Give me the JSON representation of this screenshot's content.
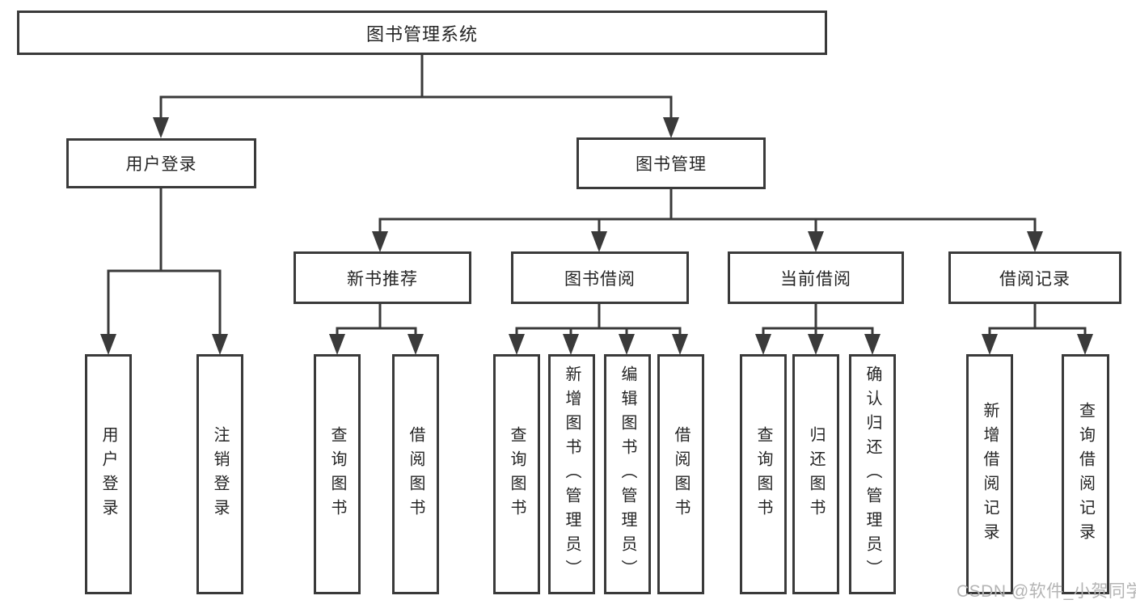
{
  "tree": {
    "root": "图书管理系统",
    "groups": [
      {
        "parent": "用户登录",
        "leaves": [
          "用户登录",
          "注销登录"
        ]
      },
      {
        "parent": "图书管理",
        "subgroups": [
          {
            "parent": "新书推荐",
            "leaves": [
              "查询图书",
              "借阅图书"
            ]
          },
          {
            "parent": "图书借阅",
            "leaves": [
              "查询图书",
              "新增图书（管理员）",
              "编辑图书（管理员）",
              "借阅图书"
            ]
          },
          {
            "parent": "当前借阅",
            "leaves": [
              "查询图书",
              "归还图书",
              "确认归还（管理员）"
            ]
          },
          {
            "parent": "借阅记录",
            "leaves": [
              "新增借阅记录",
              "查询借阅记录"
            ]
          }
        ]
      }
    ]
  },
  "watermark": "CSDN @软件_小贺同学",
  "colors": {
    "line": "#3a3a3a",
    "box_border": "#3a3a3a",
    "text": "#252525",
    "watermark": "#b4b4b4",
    "background": "#ffffff"
  }
}
